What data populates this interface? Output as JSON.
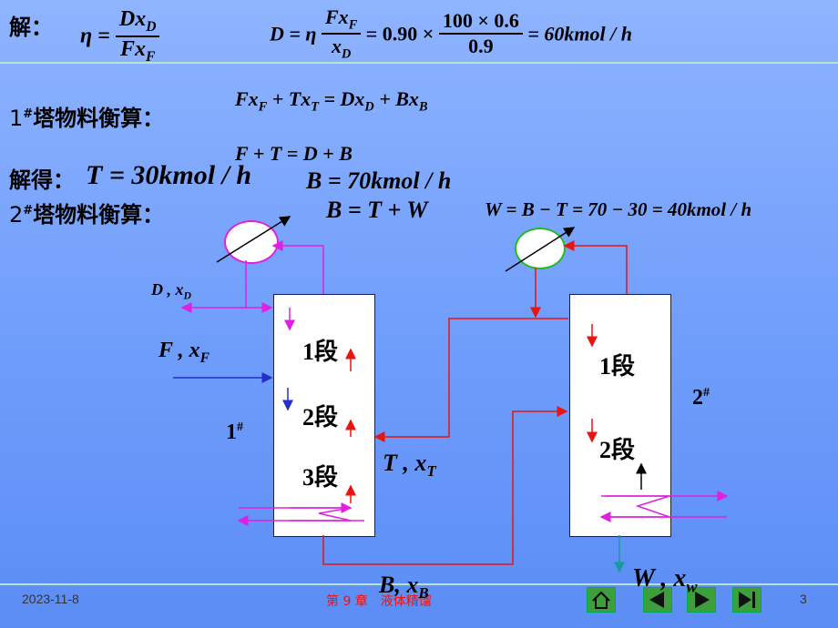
{
  "solution": {
    "label": "解：",
    "eta_lhs": "η =",
    "eta_num": "Dx",
    "eta_num_sub": "D",
    "eta_den": "Fx",
    "eta_den_sub": "F",
    "d_lhs": "D = η",
    "d_num": "Fx",
    "d_num_sub": "F",
    "d_den": "x",
    "d_den_sub": "D",
    "d_mid": "= 0.90 ×",
    "d_num2": "100 × 0.6",
    "d_den2": "0.9",
    "d_result": "= 60kmol / h"
  },
  "balance1": {
    "label_sup": "#",
    "label_pre": "1",
    "label": "塔物料衡算：",
    "eq1": "Fx",
    "eq1_sub1": "F",
    "eq1_mid1": " + Tx",
    "eq1_sub2": "T",
    "eq1_mid2": " = Dx",
    "eq1_sub3": "D",
    "eq1_mid3": " + Bx",
    "eq1_sub4": "B",
    "eq2": "F + T = D + B"
  },
  "result": {
    "label": "解得：",
    "t_value": "T = 30kmol / h",
    "b_value": "B = 70kmol / h"
  },
  "balance2": {
    "label_pre": "2",
    "label_sup": "#",
    "label": "塔物料衡算：",
    "eq_b": "B = T + W",
    "eq_w": "W = B − T = 70 − 30 = 40kmol / h"
  },
  "diagram": {
    "tower1_label": "1",
    "tower1_sup": "#",
    "tower2_label": "2",
    "tower2_sup": "#",
    "t1_seg1": "1段",
    "t1_seg2": "2段",
    "t1_seg3": "3段",
    "t2_seg1": "1段",
    "t2_seg2": "2段",
    "stream_d": "D , x",
    "stream_d_sub": "D",
    "stream_f": "F , x",
    "stream_f_sub": "F",
    "stream_t": "T , x",
    "stream_t_sub": "T",
    "stream_b": "B, x",
    "stream_b_sub": "B",
    "stream_w": "W , x",
    "stream_w_sub": "w"
  },
  "footer": {
    "date": "2023-11-8",
    "chapter": "第 9 章　液体精馏",
    "page": "3"
  },
  "colors": {
    "red": "#e8140f",
    "magenta": "#e020e0",
    "blue": "#2030c8",
    "teal": "#1a9aa0",
    "nav_green": "#3c9f3c"
  },
  "nav_icons": [
    "home-icon",
    "previous-icon",
    "next-icon",
    "last-icon"
  ]
}
